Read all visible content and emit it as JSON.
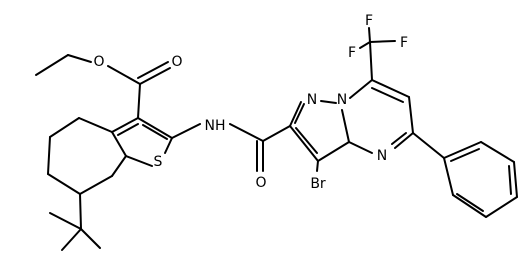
{
  "atom_labels": {
    "ester_o_single": "O",
    "ester_o_double": "O",
    "thiophene_s": "S",
    "amide_nh": "NH",
    "amide_o": "O",
    "pyrazole_n1": "N",
    "bridge_n": "N",
    "pyrimidine_n": "N",
    "bromine": "Br",
    "fluorine_left": "F",
    "fluorine_top": "F",
    "fluorine_right": "F"
  }
}
